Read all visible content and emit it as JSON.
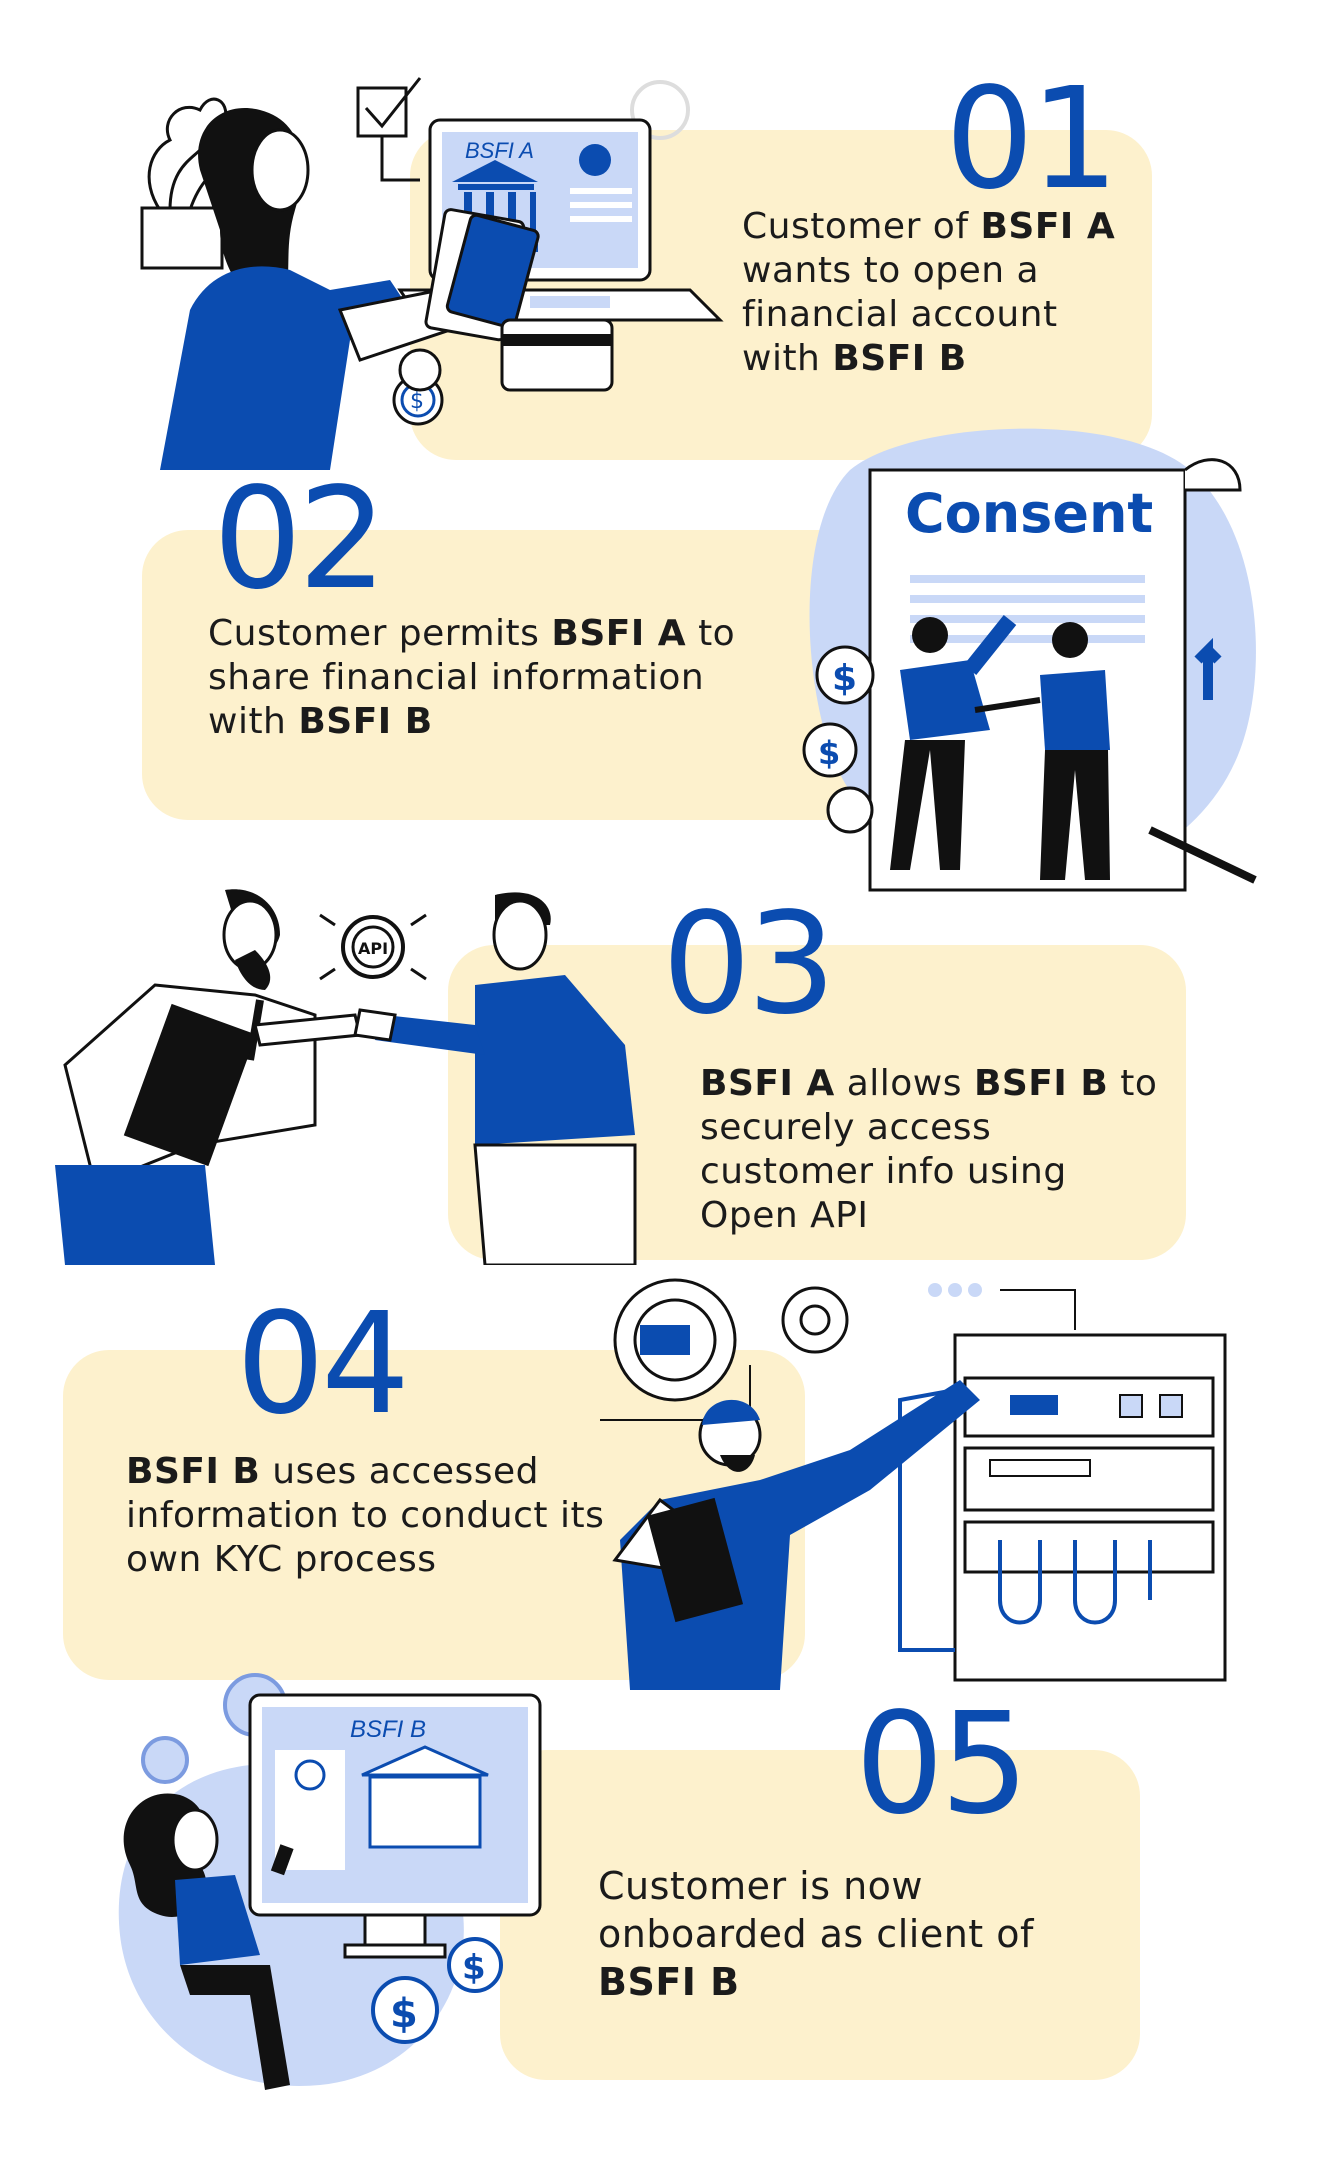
{
  "steps": [
    {
      "number": "01",
      "text": [
        {
          "t": "Customer of ",
          "b": false
        },
        {
          "t": "BSFI A",
          "b": true
        },
        {
          "t": "\nwants to open a\nfinancial account\nwith ",
          "b": false
        },
        {
          "t": "BSFI B",
          "b": true
        }
      ]
    },
    {
      "number": "02",
      "text": [
        {
          "t": "Customer permits ",
          "b": false
        },
        {
          "t": "BSFI A",
          "b": true
        },
        {
          "t": " to\nshare financial information\nwith ",
          "b": false
        },
        {
          "t": "BSFI B",
          "b": true
        }
      ]
    },
    {
      "number": "03",
      "text": [
        {
          "t": "BSFI A",
          "b": true
        },
        {
          "t": " allows ",
          "b": false
        },
        {
          "t": "BSFI B",
          "b": true
        },
        {
          "t": " to\nsecurely access\ncustomer info using\nOpen API",
          "b": false
        }
      ]
    },
    {
      "number": "04",
      "text": [
        {
          "t": "BSFI B",
          "b": true
        },
        {
          "t": " uses accessed\ninformation to conduct its\nown KYC process",
          "b": false
        }
      ]
    },
    {
      "number": "05",
      "text": [
        {
          "t": "Customer is now\nonboarded as client of\n",
          "b": false
        },
        {
          "t": "BSFI B",
          "b": true
        }
      ]
    }
  ],
  "illustrations": {
    "laptop_label": "BSFI A",
    "consent_label": "Consent",
    "api_label": "API",
    "monitor_label": "BSFI B"
  },
  "colors": {
    "accent_blue": "#0B4CB0",
    "card_yellow": "#FDF1CD",
    "light_blue": "#C9D8F7"
  }
}
